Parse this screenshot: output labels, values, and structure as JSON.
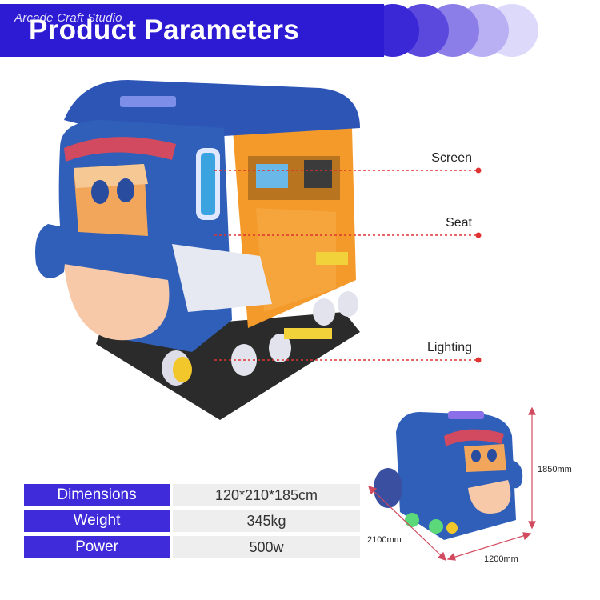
{
  "header": {
    "brand": "Arcade Craft Studio",
    "title": "Product Parameters",
    "colors": {
      "primary": "#2d1ad3",
      "accent_light": "#c9c3f7"
    }
  },
  "callouts": [
    {
      "id": "screen",
      "label": "Screen"
    },
    {
      "id": "seat",
      "label": "Seat"
    },
    {
      "id": "lighting",
      "label": "Lighting"
    }
  ],
  "dimensions": {
    "height": "1850mm",
    "length": "2100mm",
    "width": "1200mm"
  },
  "specs": [
    {
      "key": "Dimensions",
      "value": "120*210*185cm"
    },
    {
      "key": "Weight",
      "value": "345kg"
    },
    {
      "key": "Power",
      "value": "500w"
    }
  ],
  "colors": {
    "marker": "#e03232",
    "table_key_bg": "#3f2bd9",
    "table_val_bg": "#eeeeee",
    "body_blue": "#2f5fb8",
    "cabin_orange": "#f39a2b"
  }
}
